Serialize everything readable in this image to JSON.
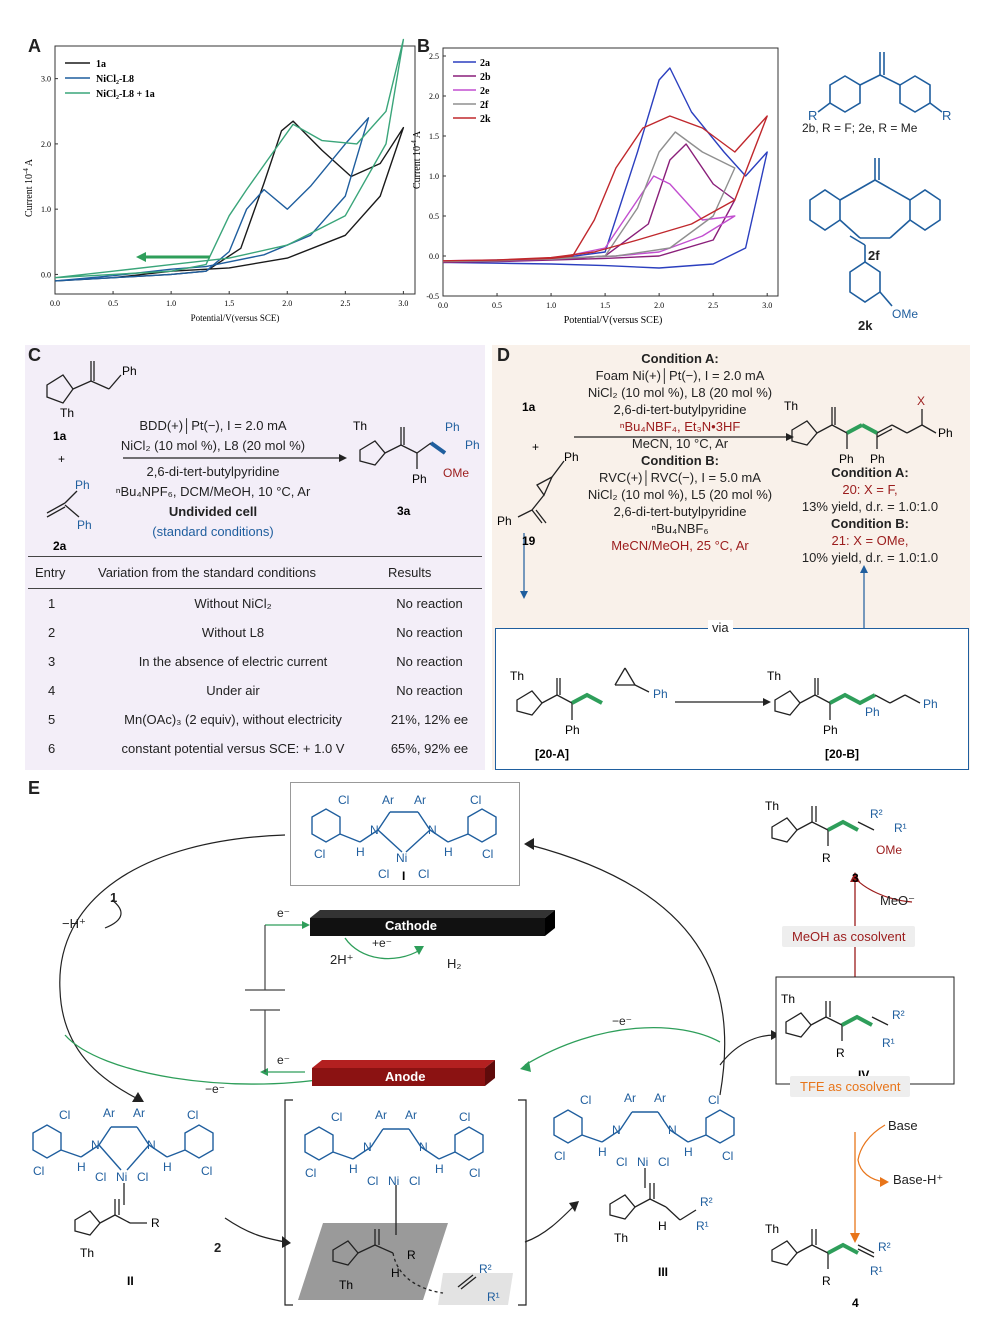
{
  "panels": {
    "A": "A",
    "B": "B",
    "C": "C",
    "D": "D",
    "E": "E"
  },
  "chart_A": {
    "ylabel": "Current 10",
    "yexp": "-4",
    "yunit": " A",
    "xlabel": "Potential/V(versus SCE)",
    "xticks": [
      "0.0",
      "0.5",
      "1.0",
      "1.5",
      "2.0",
      "2.5",
      "3.0"
    ],
    "yticks": [
      "0.0",
      "1.0",
      "2.0",
      "3.0"
    ],
    "legend": [
      "1a",
      "NiCl₂-L8",
      "NiCl₂-L8 + 1a"
    ],
    "legend_bold": [
      "1a",
      "L8",
      "1a"
    ]
  },
  "chart_B": {
    "ylabel": "Current 10",
    "yexp": "-4",
    "yunit": " A",
    "xlabel": "Potential/V(versus SCE)",
    "xticks": [
      "0.0",
      "0.5",
      "1.0",
      "1.5",
      "2.0",
      "2.5",
      "3.0"
    ],
    "yticks": [
      "-0.5",
      "0.0",
      "0.5",
      "1.0",
      "1.5",
      "2.0",
      "2.5"
    ],
    "legend": [
      "2a",
      "2b",
      "2e",
      "2f",
      "2k"
    ]
  },
  "chart_data": [
    {
      "type": "line",
      "xlabel": "Potential/V(versus SCE)",
      "ylabel": "Current 10-4 A",
      "xlim": [
        0,
        3.1
      ],
      "ylim": [
        -0.3,
        3.5
      ],
      "series": [
        {
          "name": "1a",
          "color": "#1a1a1a",
          "x": [
            0,
            0.5,
            1.0,
            1.3,
            1.6,
            1.8,
            1.95,
            2.05,
            2.3,
            2.55,
            2.8,
            3.0,
            2.8,
            2.5,
            2.0,
            1.5,
            1.0,
            0.5,
            0
          ],
          "y": [
            -0.1,
            -0.05,
            0,
            0.05,
            0.4,
            1.4,
            2.2,
            2.35,
            1.9,
            1.5,
            1.7,
            2.25,
            1.2,
            0.6,
            0.25,
            0.1,
            0.05,
            -0.05,
            -0.1
          ]
        },
        {
          "name": "NiCl₂-L8",
          "color": "#1f5e9e",
          "x": [
            0,
            0.5,
            1.0,
            1.3,
            1.5,
            1.65,
            1.8,
            2.0,
            2.2,
            2.5,
            2.7,
            2.5,
            2.2,
            1.8,
            1.3,
            1.0,
            0.5,
            0
          ],
          "y": [
            -0.1,
            -0.05,
            0,
            0.05,
            0.35,
            1.0,
            1.3,
            1.0,
            1.35,
            2.0,
            2.4,
            1.2,
            0.6,
            0.3,
            0.12,
            0.08,
            -0.02,
            -0.1
          ]
        },
        {
          "name": "NiCl₂-L8 + 1a",
          "color": "#3aa57a",
          "x": [
            0,
            0.5,
            1.0,
            1.3,
            1.5,
            1.65,
            1.85,
            2.05,
            2.3,
            2.6,
            2.85,
            3.0,
            2.85,
            2.5,
            2.0,
            1.5,
            1.0,
            0.5,
            0
          ],
          "y": [
            -0.05,
            0,
            0.05,
            0.15,
            0.9,
            1.3,
            1.8,
            2.3,
            2.05,
            2.0,
            2.5,
            3.6,
            2.0,
            0.9,
            0.45,
            0.25,
            0.15,
            0.05,
            -0.05
          ]
        }
      ]
    },
    {
      "type": "line",
      "xlabel": "Potential/V(versus SCE)",
      "ylabel": "Current 10-4 A",
      "xlim": [
        0,
        3.1
      ],
      "ylim": [
        -0.5,
        2.6
      ],
      "series": [
        {
          "name": "2a",
          "color": "#2b3fbf",
          "x": [
            0,
            0.5,
            1.0,
            1.5,
            1.8,
            2.0,
            2.1,
            2.3,
            2.6,
            2.8,
            3.0,
            2.8,
            2.5,
            2.0,
            1.5,
            1.0,
            0.5,
            0
          ],
          "y": [
            -0.08,
            -0.06,
            -0.04,
            0.05,
            1.3,
            2.2,
            2.35,
            1.8,
            1.3,
            1.0,
            1.3,
            0.1,
            -0.1,
            -0.15,
            -0.12,
            -0.1,
            -0.09,
            -0.08
          ]
        },
        {
          "name": "2b",
          "color": "#8a1f7a",
          "x": [
            0,
            0.5,
            1.0,
            1.5,
            1.9,
            2.1,
            2.25,
            2.5,
            2.7,
            2.5,
            2.0,
            1.5,
            1.0,
            0.5,
            0
          ],
          "y": [
            -0.08,
            -0.06,
            -0.05,
            0.0,
            0.4,
            1.2,
            1.4,
            0.9,
            0.7,
            0.2,
            0.0,
            -0.03,
            -0.05,
            -0.07,
            -0.08
          ]
        },
        {
          "name": "2e",
          "color": "#c24fd0",
          "x": [
            0,
            0.5,
            1.0,
            1.5,
            1.8,
            1.95,
            2.1,
            2.4,
            2.7,
            2.4,
            2.0,
            1.6,
            1.0,
            0.5,
            0
          ],
          "y": [
            -0.06,
            -0.05,
            -0.04,
            0.1,
            0.7,
            1.0,
            0.9,
            0.45,
            0.5,
            0.25,
            0.05,
            0.0,
            -0.03,
            -0.05,
            -0.06
          ]
        },
        {
          "name": "2f",
          "color": "#8f8f8f",
          "x": [
            0,
            0.5,
            1.0,
            1.5,
            1.8,
            2.0,
            2.15,
            2.4,
            2.7,
            2.5,
            2.1,
            1.6,
            1.0,
            0.5,
            0
          ],
          "y": [
            -0.07,
            -0.05,
            -0.04,
            0.0,
            0.6,
            1.3,
            1.55,
            1.3,
            1.1,
            0.5,
            0.1,
            0.0,
            -0.03,
            -0.06,
            -0.07
          ]
        },
        {
          "name": "2k",
          "color": "#c0282d",
          "x": [
            0,
            0.5,
            1.0,
            1.2,
            1.4,
            1.6,
            1.85,
            2.1,
            2.4,
            2.7,
            3.0,
            2.7,
            2.3,
            1.8,
            1.4,
            1.0,
            0.5,
            0
          ],
          "y": [
            -0.06,
            -0.05,
            -0.03,
            0.0,
            0.45,
            1.1,
            1.6,
            1.75,
            1.6,
            1.3,
            1.75,
            0.7,
            0.4,
            0.2,
            0.05,
            -0.02,
            -0.05,
            -0.06
          ]
        }
      ]
    }
  ],
  "struct_B": {
    "label1": "2b, R = F; 2e, R = Me",
    "label2": "2f",
    "label3": "2k",
    "ome": "OMe",
    "r": "R"
  },
  "panel_C": {
    "sub1": "1a",
    "sub2": "2a",
    "th": "Th",
    "ph": "Ph",
    "plus": "+",
    "cond1": "BDD(+)│Pt(−), I = 2.0 mA",
    "cond2": "NiCl₂ (10 mol %), L8 (20 mol %)",
    "cond3": "2,6-di-tert-butylpyridine",
    "cond4": "ⁿBu₄NPF₆, DCM/MeOH, 10 °C, Ar",
    "cond5": "Undivided cell",
    "cond6": "(standard conditions)",
    "product": "3a",
    "ome": "OMe",
    "headers": [
      "Entry",
      "Variation from the standard conditions",
      "Results"
    ],
    "rows": [
      {
        "entry": "1",
        "variation": "Without NiCl₂",
        "result": "No reaction"
      },
      {
        "entry": "2",
        "variation": "Without L8",
        "result": "No reaction"
      },
      {
        "entry": "3",
        "variation": "In the absence of electric current",
        "result": "No reaction"
      },
      {
        "entry": "4",
        "variation": "Under air",
        "result": "No reaction"
      },
      {
        "entry": "5",
        "variation": "Mn(OAc)₃ (2 equiv), without electricity",
        "result": "21%, 12% ee"
      },
      {
        "entry": "6",
        "variation": "constant potential versus SCE: + 1.0 V",
        "result": "65%, 92% ee"
      }
    ]
  },
  "panel_D": {
    "condA_title": "Condition A:",
    "condA1": "Foam Ni(+)│Pt(−), I = 2.0 mA",
    "condA2": "NiCl₂ (10 mol %), L8 (20 mol %)",
    "condA3": "2,6-di-tert-butylpyridine",
    "condA4": "ⁿBu₄NBF₄, Et₃N•3HF",
    "condA5": "MeCN, 10 °C, Ar",
    "condB_title": "Condition B:",
    "condB1": "RVC(+)│RVC(−), I = 5.0 mA",
    "condB2": "NiCl₂ (10 mol %), L5 (20 mol %)",
    "condB3": "2,6-di-tert-butylpyridine",
    "condB4": "ⁿBu₄NBF₆",
    "condB5": "MeCN/MeOH, 25 °C, Ar",
    "sub1": "1a",
    "sub2": "19",
    "x": "X",
    "resA_title": "Condition A:",
    "resA1": "20: X = F,",
    "resA2": "13% yield, d.r. = 1.0:1.0",
    "resB_title": "Condition B:",
    "resB1": "21: X = OMe,",
    "resB2": "10% yield, d.r. = 1.0:1.0",
    "via": "via",
    "int1": "[20-A]",
    "int2": "[20-B]"
  },
  "panel_E": {
    "cathode": "Cathode",
    "anode": "Anode",
    "e": "e⁻",
    "me": "−e⁻",
    "pe": "+e⁻",
    "h2plus": "2H⁺",
    "h2": "H₂",
    "mh": "−H⁺",
    "one": "1",
    "two": "2",
    "cI": "I",
    "cII": "II",
    "cIII": "III",
    "cIV": "IV",
    "c3": "3",
    "c4": "4",
    "meo": "MeO⁻",
    "meoh_co": "MeOH as cosolvent",
    "tfe_co": "TFE as cosolvent",
    "base": "Base",
    "baseh": "Base-H⁺",
    "ar": "Ar",
    "cl": "Cl",
    "ni": "Ni",
    "n": "N",
    "h": "H",
    "th": "Th",
    "r": "R",
    "r1": "R¹",
    "r2": "R²",
    "ome": "OMe"
  }
}
